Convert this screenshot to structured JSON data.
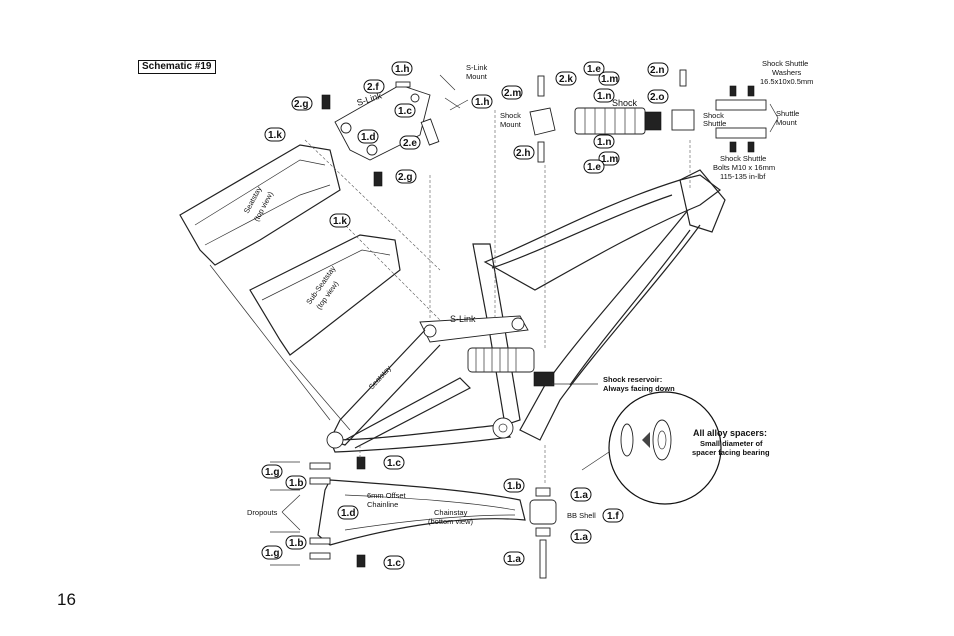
{
  "schematic_title": "Schematic #19",
  "page_number": "16",
  "callouts": {
    "1a": "1.a",
    "1b": "1.b",
    "1c": "1.c",
    "1d": "1.d",
    "1e": "1.e",
    "1f": "1.f",
    "1g": "1.g",
    "1h": "1.h",
    "1k": "1.k",
    "1m": "1.m",
    "1n": "1.n",
    "2e": "2.e",
    "2f": "2.f",
    "2g": "2.g",
    "2h": "2.h",
    "2k": "2.k",
    "2m": "2.m",
    "2n": "2.n",
    "2o": "2.o"
  },
  "labels": {
    "s_link_mount": [
      "S-Link",
      "Mount"
    ],
    "s_link_top": "S-Link",
    "s_link_frame": "S-Link",
    "shock_mount": [
      "Shock",
      "Mount"
    ],
    "shock": "Shock",
    "shock_shuttle": [
      "Shock",
      "Shuttle"
    ],
    "shock_shuttle_washers": [
      "Shock Shuttle",
      "Washers",
      "16.5x10x0.5mm"
    ],
    "shuttle_mount": [
      "Shuttle",
      "Mount"
    ],
    "shock_shuttle_bolts": [
      "Shock Shuttle",
      "Bolts M10 x 16mm",
      "115-135 in-lbf"
    ],
    "seatstay_top": [
      "Seatstay",
      "(top view)"
    ],
    "sub_seatstay_top": [
      "Sub-Seatstay",
      "(top view)"
    ],
    "seatstay_frame": "Seatstay",
    "shock_reservoir": [
      "Shock reservoir:",
      "Always facing down"
    ],
    "alloy_spacers_title": "All alloy spacers:",
    "alloy_spacers_note": [
      "Small diameter of",
      "spacer facing bearing"
    ],
    "offset_chainline": [
      "6mm Offset",
      "Chainline"
    ],
    "chainstay_bottom": [
      "Chainstay",
      "(bottom view)"
    ],
    "bb_shell": "BB Shell",
    "dropouts": "Dropouts"
  }
}
